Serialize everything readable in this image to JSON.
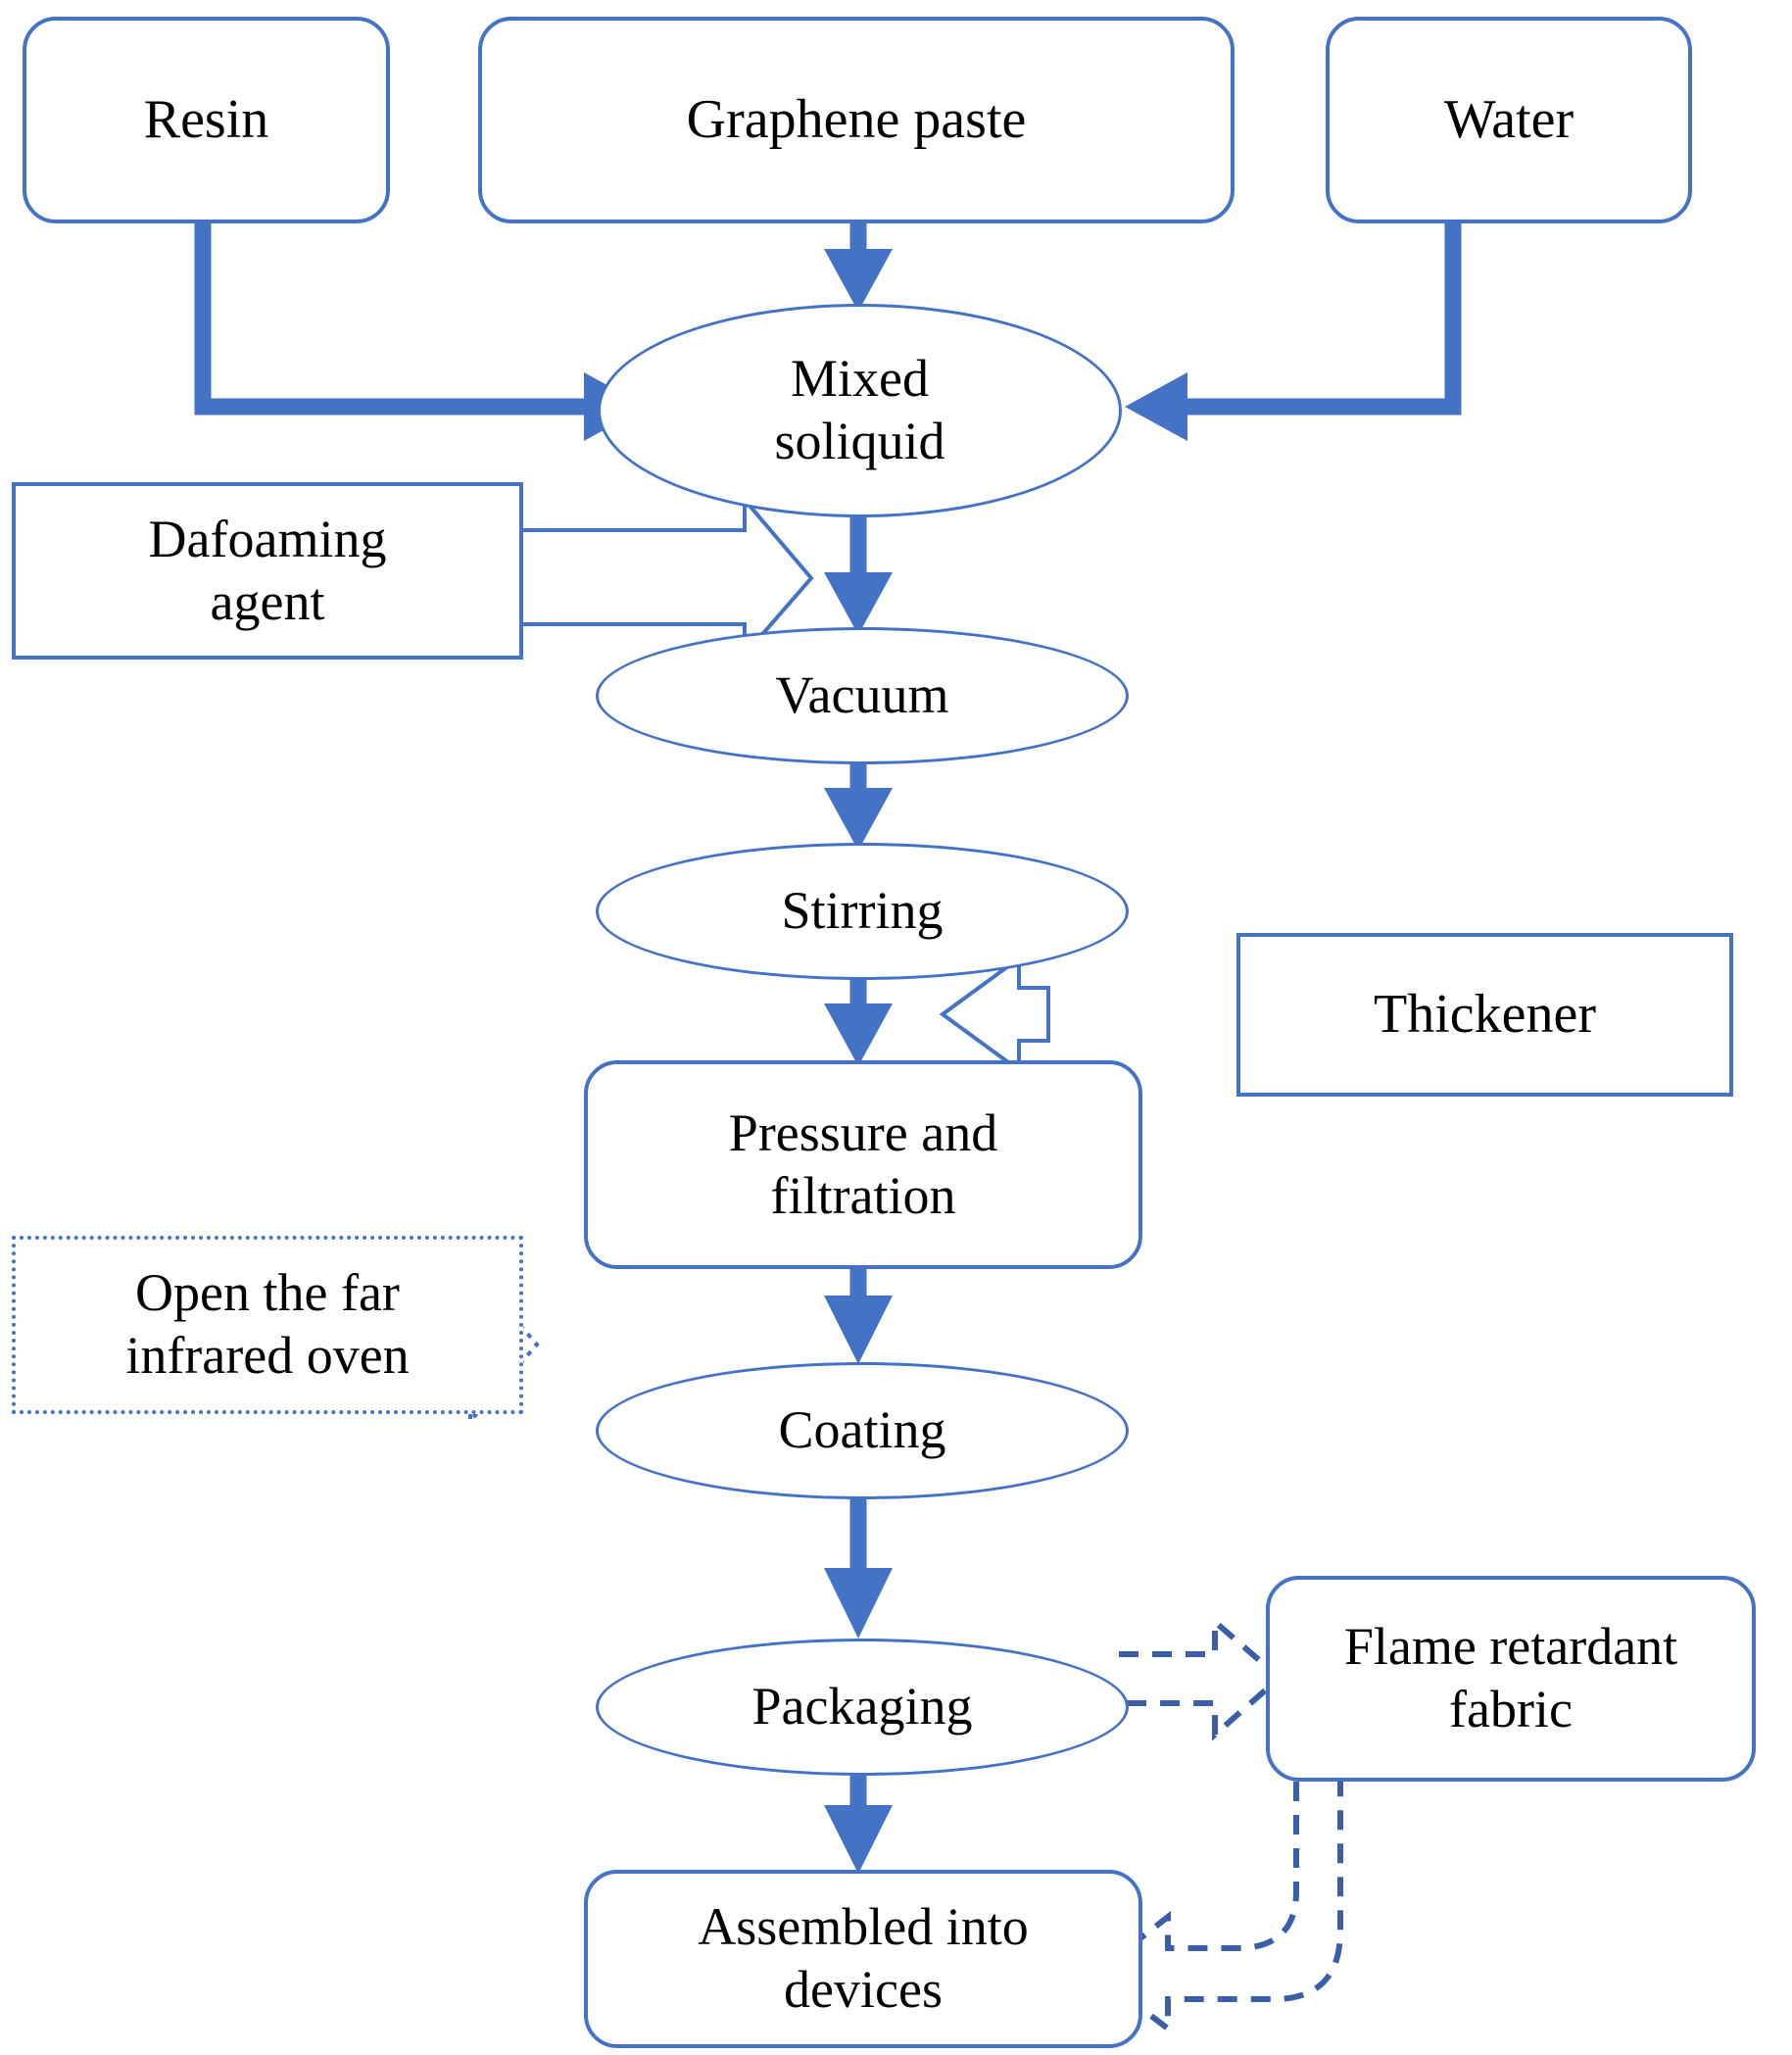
{
  "diagram": {
    "title": "Graphene heating fabric manufacturing process flowchart",
    "accent_color": "#4472C4",
    "dashed_color": "#3B5EA8",
    "text_color": "#000000",
    "background": "#ffffff"
  },
  "nodes": {
    "resin": {
      "label": "Resin",
      "shape": "rounded-rectangle"
    },
    "graphene_paste": {
      "label": "Graphene paste",
      "shape": "rounded-rectangle"
    },
    "water": {
      "label": "Water",
      "shape": "rounded-rectangle"
    },
    "mixed_soliquid": {
      "label": "Mixed soliquid",
      "line1": "Mixed",
      "line2": "soliquid",
      "shape": "ellipse"
    },
    "dafoaming_agent": {
      "label": "Dafoaming agent",
      "line1": "Dafoaming",
      "line2": "agent",
      "shape": "rectangle"
    },
    "vacuum": {
      "label": "Vacuum",
      "shape": "ellipse"
    },
    "stirring": {
      "label": "Stirring",
      "shape": "ellipse"
    },
    "thickener": {
      "label": "Thickener",
      "shape": "rectangle"
    },
    "pressure_filtration": {
      "label": "Pressure and filtration",
      "line1": "Pressure and",
      "line2": "filtration",
      "shape": "rounded-rectangle"
    },
    "far_infrared_oven": {
      "label": "Open the far infrared oven",
      "line1": "Open the far",
      "line2": "infrared oven",
      "shape": "dotted-rectangle"
    },
    "coating": {
      "label": "Coating",
      "shape": "ellipse"
    },
    "packaging": {
      "label": "Packaging",
      "shape": "ellipse"
    },
    "flame_retardant_fabric": {
      "label": "Flame retardant fabric",
      "line1": "Flame retardant",
      "line2": "fabric",
      "shape": "rounded-rectangle"
    },
    "assembled_into_devices": {
      "label": "Assembled into devices",
      "line1": "Assembled into",
      "line2": "devices",
      "shape": "rounded-rectangle"
    }
  },
  "edges": [
    {
      "id": "resin-to-mixed",
      "from": "resin",
      "to": "mixed_soliquid",
      "style": "solid-thick-elbow"
    },
    {
      "id": "graphene-to-mixed",
      "from": "graphene_paste",
      "to": "mixed_soliquid",
      "style": "solid-thick-straight"
    },
    {
      "id": "water-to-mixed",
      "from": "water",
      "to": "mixed_soliquid",
      "style": "solid-thick-elbow"
    },
    {
      "id": "dafoaming-to-mixed-flow",
      "from": "dafoaming_agent",
      "to": "mixed_soliquid",
      "style": "solid-outline-block-arrow"
    },
    {
      "id": "mixed-to-vacuum",
      "from": "mixed_soliquid",
      "to": "vacuum",
      "style": "solid-thick-straight"
    },
    {
      "id": "vacuum-to-stirring",
      "from": "vacuum",
      "to": "stirring",
      "style": "solid-thick-straight"
    },
    {
      "id": "stirring-to-pressure",
      "from": "stirring",
      "to": "pressure_filtration",
      "style": "solid-thick-straight"
    },
    {
      "id": "thickener-to-stirring-flow",
      "from": "thickener",
      "to": "stirring",
      "style": "solid-outline-block-arrow"
    },
    {
      "id": "pressure-to-coating",
      "from": "pressure_filtration",
      "to": "coating",
      "style": "solid-thick-straight"
    },
    {
      "id": "oven-to-coating",
      "from": "far_infrared_oven",
      "to": "coating",
      "style": "dotted-outline-block-arrow"
    },
    {
      "id": "coating-to-packaging",
      "from": "coating",
      "to": "packaging",
      "style": "solid-thick-straight"
    },
    {
      "id": "packaging-to-assembled",
      "from": "packaging",
      "to": "assembled_into_devices",
      "style": "solid-thick-straight"
    },
    {
      "id": "packaging-to-fabric",
      "from": "packaging",
      "to": "flame_retardant_fabric",
      "style": "dashed-outline-block-arrow"
    },
    {
      "id": "fabric-to-assembled",
      "from": "flame_retardant_fabric",
      "to": "assembled_into_devices",
      "style": "dashed-outline-block-elbow-arrow"
    }
  ]
}
